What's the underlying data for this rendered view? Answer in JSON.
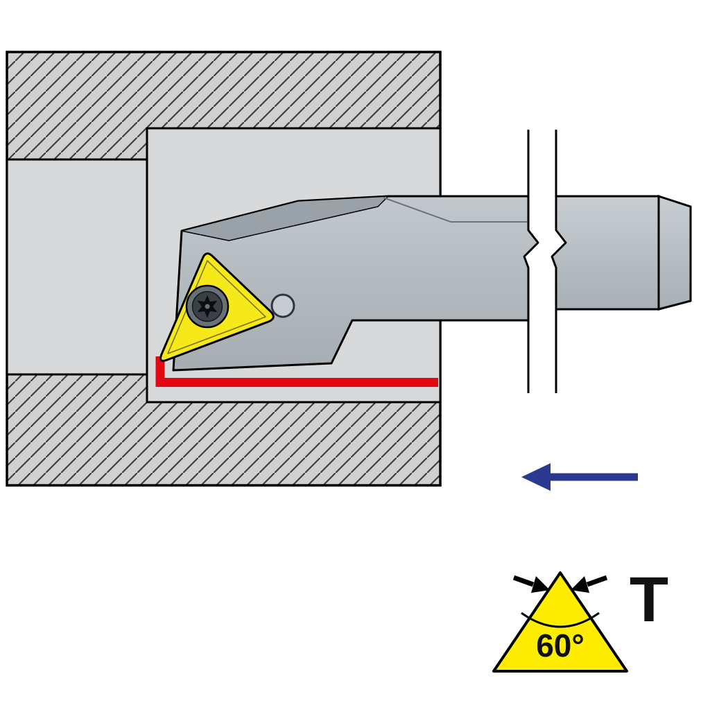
{
  "diagram": {
    "title": "Internal boring bar with triangular insert machining a bore",
    "symbol": {
      "angle_label": "60°",
      "insert_code": "T"
    },
    "feed_arrow": {
      "direction": "left"
    },
    "colors": {
      "insert": "#F7E81A",
      "symbol_triangle": "#FFED00",
      "machined_surface": "#E30613",
      "feed_arrow": "#2B3990",
      "workpiece": "#CFD0D1",
      "bore": "#D8D9DA",
      "tool_body": "#B6BDC2",
      "outline": "#000000"
    },
    "icons": {
      "screw": "torx-screw",
      "arrow": "feed-direction-left-arrow",
      "angle_pointers": "apex-arrowheads"
    }
  }
}
